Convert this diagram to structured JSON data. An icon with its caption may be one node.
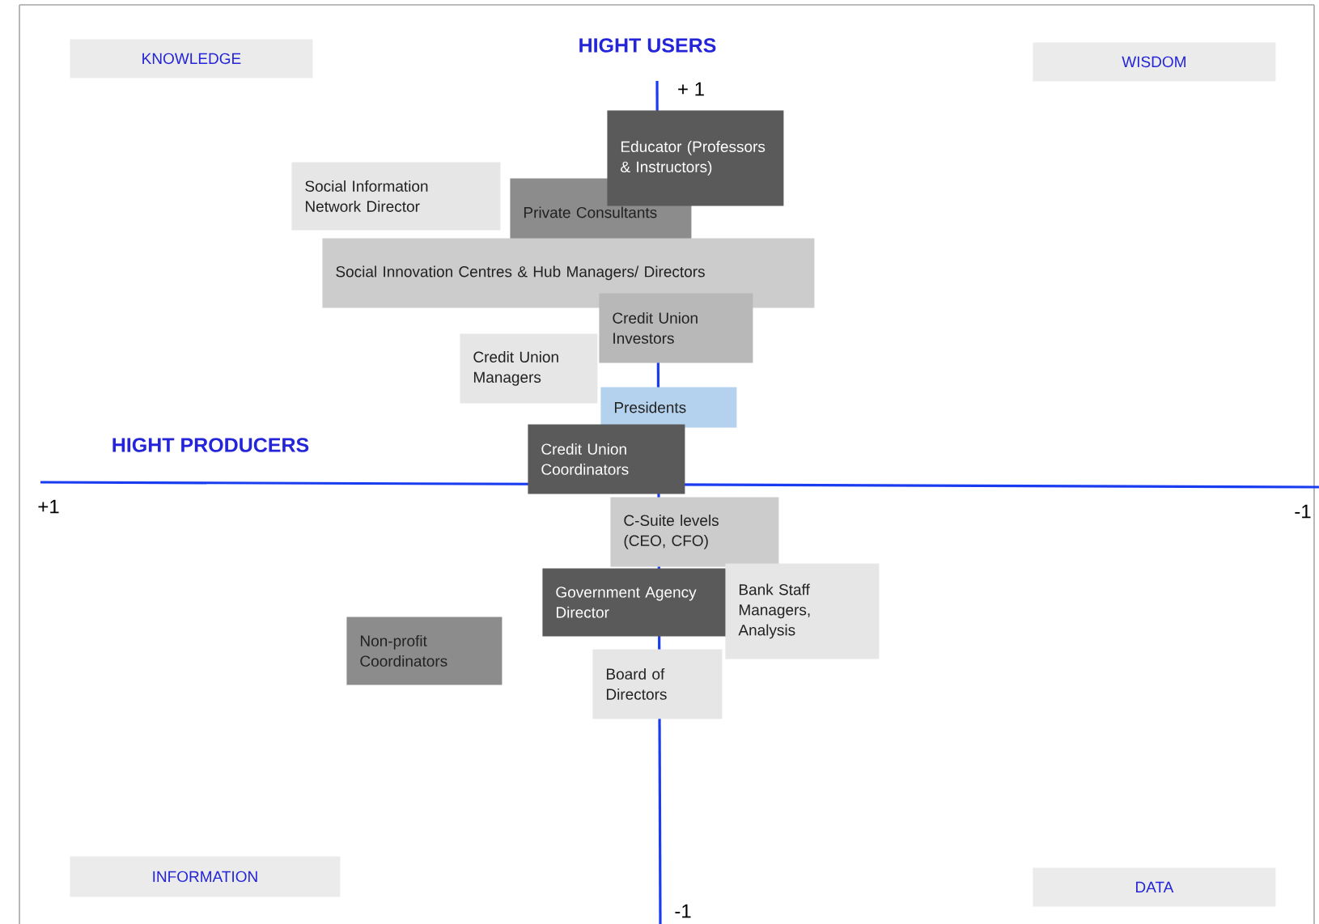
{
  "diagram": {
    "nodes": [
      {
        "text": [
          "KNOWLEDGE"
        ]
      },
      {
        "text": [
          "WISDOM"
        ]
      },
      {
        "text": [
          "Educator (Professors & Instructors)"
        ]
      },
      {
        "text": [
          "Social Information Network Director"
        ]
      },
      {
        "text": [
          "Private Consultants"
        ]
      },
      {
        "text": [
          "Social Innovation Centres & Hub Managers/ Directors"
        ]
      },
      {
        "text": [
          "Credit Union Investors"
        ]
      },
      {
        "text": [
          "Credit Union Managers"
        ]
      },
      {
        "text": [
          "Presidents"
        ]
      },
      {
        "text": [
          "Credit Union Coordinators"
        ]
      },
      {
        "text": [
          "C-Suite levels (CEO, CFO)"
        ]
      },
      {
        "text": [
          "Government Agency Director"
        ]
      },
      {
        "text": [
          "Bank Staff Managers, Analysis"
        ]
      },
      {
        "text": [
          "Non-profit Coordinators"
        ]
      },
      {
        "text": [
          "Board of Directors"
        ]
      },
      {
        "text": [
          "INFORMATION"
        ]
      },
      {
        "text": [
          "DATA"
        ]
      }
    ],
    "labels": [
      "HIGHT USERS",
      "+ 1",
      "HIGHT PRODUCERS",
      "+1",
      "-1",
      "-1"
    ]
  }
}
